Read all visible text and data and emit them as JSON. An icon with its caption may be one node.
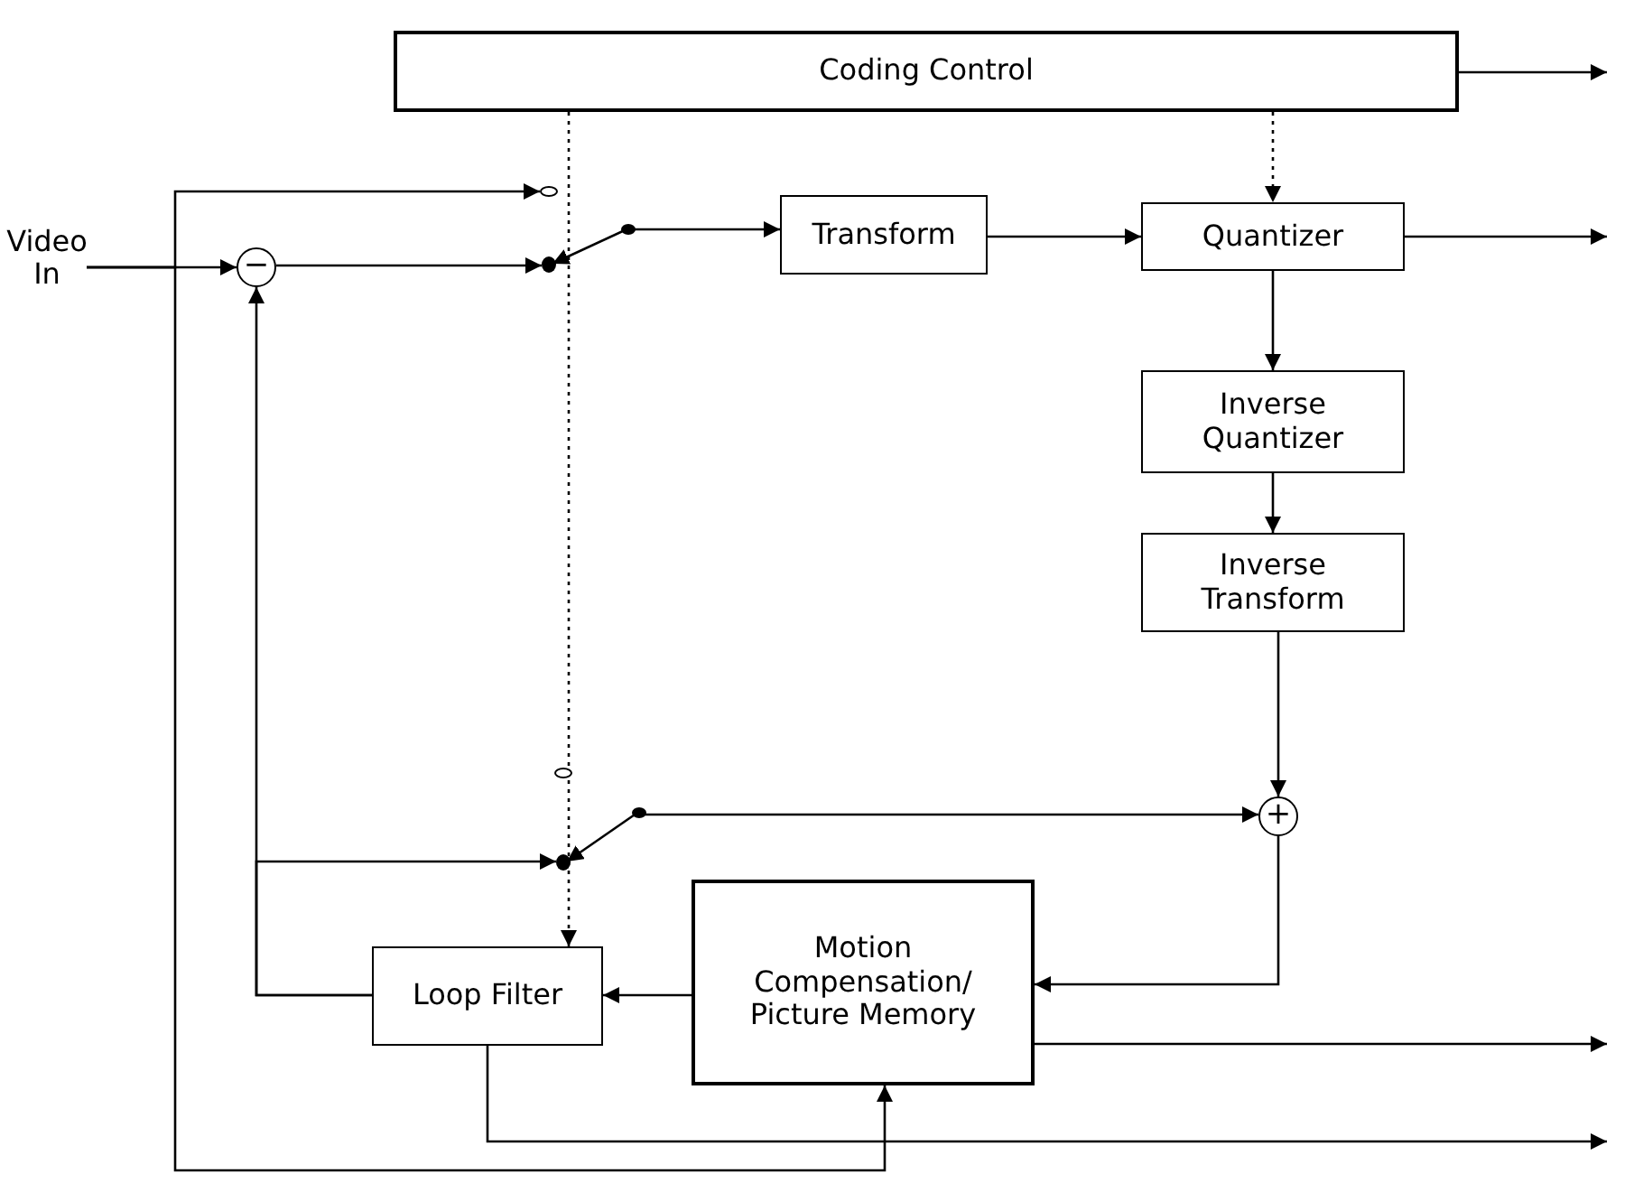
{
  "diagram": {
    "nodes": [
      {
        "text": [
          "Coding Control"
        ]
      },
      {
        "text": [
          "Video In"
        ]
      },
      {
        "text": [],
        "shape": "circle"
      },
      {
        "text": [
          "−"
        ]
      },
      {
        "text": [],
        "shape": "circle"
      },
      {
        "text": [],
        "shape": "circle"
      },
      {
        "text": [
          "Transform"
        ]
      },
      {
        "text": [
          "Quantizer"
        ]
      },
      {
        "text": [
          "Inverse Quantizer"
        ]
      },
      {
        "text": [
          "Inverse Transform"
        ]
      },
      {
        "text": [],
        "shape": "circle"
      },
      {
        "text": [],
        "shape": "circle"
      },
      {
        "text": [
          "+"
        ]
      },
      {
        "text": [],
        "shape": "circle"
      },
      {
        "text": [
          "Loop Filter"
        ]
      },
      {
        "text": [
          "Motion Compensation/ Picture Memory"
        ]
      }
    ],
    "edges": [
      {
        "from": 0,
        "to": null,
        "arrow": "to"
      },
      {
        "from": 0,
        "to": 7,
        "arrow": "to",
        "style": "dashed"
      },
      {
        "from": 0,
        "to": 14,
        "arrow": "to",
        "style": "dashed"
      },
      {
        "from": 1,
        "to": 3,
        "arrow": "to"
      },
      {
        "from": 1,
        "to": 2,
        "arrow": "to"
      },
      {
        "from": 1,
        "to": 15,
        "arrow": "to"
      },
      {
        "from": 3,
        "to": 4,
        "arrow": "to"
      },
      {
        "from": 5,
        "to": 4,
        "arrow": "to"
      },
      {
        "from": 5,
        "to": 6,
        "arrow": "to"
      },
      {
        "from": 6,
        "to": 7,
        "arrow": "to"
      },
      {
        "from": 7,
        "to": null,
        "arrow": "to"
      },
      {
        "from": 7,
        "to": 8,
        "arrow": "to"
      },
      {
        "from": 8,
        "to": 9,
        "arrow": "to"
      },
      {
        "from": 9,
        "to": 12,
        "arrow": "to"
      },
      {
        "from": 11,
        "to": 13,
        "arrow": "to"
      },
      {
        "from": 11,
        "to": 12,
        "arrow": "to"
      },
      {
        "from": 12,
        "to": 15,
        "arrow": "to"
      },
      {
        "from": 15,
        "to": 14,
        "arrow": "to"
      },
      {
        "from": 14,
        "to": 3,
        "arrow": "to"
      },
      {
        "from": 14,
        "to": 13,
        "arrow": "to"
      },
      {
        "from": 15,
        "to": null,
        "arrow": "to"
      },
      {
        "from": 14,
        "to": null,
        "arrow": "to"
      }
    ]
  }
}
